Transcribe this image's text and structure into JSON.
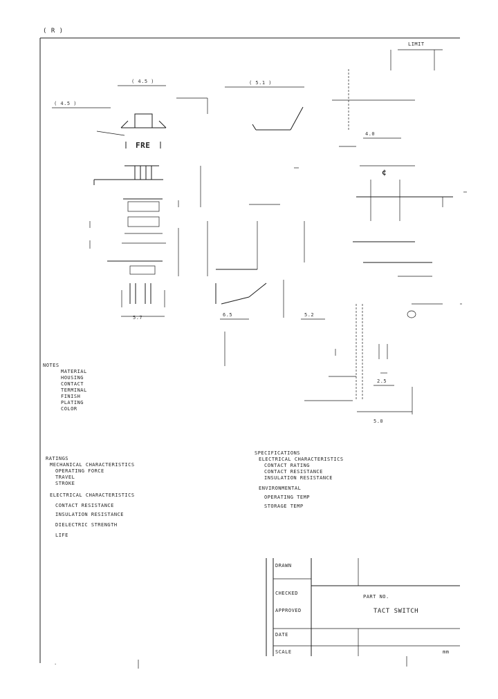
{
  "header": {
    "corner_text": "( R )",
    "top_right_label": "LIMIT"
  },
  "front_view": {
    "logo_text": "FRE",
    "label_left_top": "( 4.5 )",
    "label_overall": "( 4.5 )",
    "label_bottom": "5.7"
  },
  "center_view": {
    "label_top": "( 5.1 )",
    "label_bottom_a": "6.5",
    "label_bottom_b": "5.2"
  },
  "right_view": {
    "centerline_symbol": "¢",
    "label_overall": "4.0",
    "label_pitch": "2.5",
    "label_bottom": "5.0"
  },
  "notes_block_1": {
    "heading": "NOTES",
    "lines": [
      "MATERIAL",
      "HOUSING",
      "CONTACT",
      "TERMINAL",
      "FINISH",
      "PLATING",
      "COLOR"
    ]
  },
  "notes_block_2": {
    "heading": "RATINGS",
    "lines": [
      "MECHANICAL CHARACTERISTICS",
      "OPERATING FORCE",
      "TRAVEL",
      "STROKE",
      "ELECTRICAL CHARACTERISTICS",
      "CONTACT RESISTANCE",
      "INSULATION RESISTANCE",
      "DIELECTRIC STRENGTH",
      "LIFE"
    ]
  },
  "notes_block_3": {
    "heading": "SPECIFICATIONS",
    "lines": [
      "ELECTRICAL CHARACTERISTICS",
      "CONTACT RATING",
      "CONTACT RESISTANCE",
      "INSULATION RESISTANCE",
      "ENVIRONMENTAL",
      "OPERATING TEMP",
      "STORAGE TEMP"
    ]
  },
  "title_block": {
    "row_labels": [
      "DRAWN",
      "CHECKED",
      "APPROVED",
      "DATE",
      "SCALE"
    ],
    "part_label": "PART NO.",
    "title": "TACT SWITCH",
    "unit": "mm"
  },
  "footer": {
    "mark": "·"
  }
}
